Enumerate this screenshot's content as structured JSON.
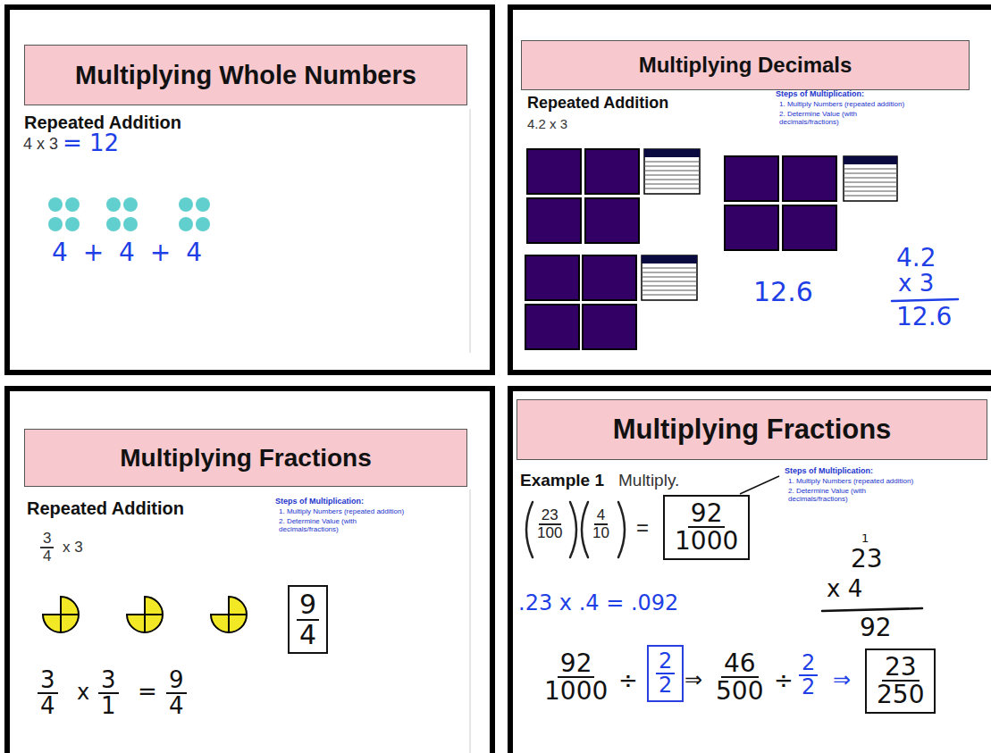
{
  "diagram": {
    "nodes": [
      {
        "text": [
          "Repeated Addition",
          "4 x 3",
          "= 12",
          "4 + 4 + 4"
        ]
      },
      {
        "text": [
          "Multiplying Whole Numbers"
        ],
        "in": 0
      },
      {
        "text": [
          "Repeated Addition",
          "4.2 x 3",
          "Steps of Multiplication:",
          "1. Multiply Numbers (repeated addition)",
          "2. Determine Value (with decimals/fractions)",
          "12.6",
          "4.2",
          "x 3",
          "12.6"
        ]
      },
      {
        "text": [
          "Multiplying Decimals"
        ],
        "in": 2
      },
      {
        "text": [
          "Repeated Addition",
          "3",
          "4",
          "x 3",
          "Steps of Multiplication:",
          "1. Multiply Numbers (repeated addition)",
          "2. Determine Value (with decimals/fractions)",
          "3",
          "4",
          "x",
          "3",
          "1",
          "=",
          "9",
          "4"
        ]
      },
      {
        "text": [
          "Multiplying Fractions"
        ],
        "in": 4
      },
      {
        "text": [
          "9",
          "4"
        ],
        "in": 4
      },
      {
        "text": [
          "Example 1",
          "Multiply.",
          "Steps of Multiplication:",
          "1. Multiply Numbers (repeated addition)",
          "2. Determine Value (with decimals/fractions)",
          "23",
          "100",
          "4",
          "10",
          "=",
          ".23 x .4 = .092",
          "1",
          "23",
          "x 4",
          "92",
          "92",
          "1000",
          "÷",
          "⇒",
          "46",
          "500",
          "÷",
          "2",
          "2",
          "⇒"
        ]
      },
      {
        "text": [
          "Multiplying Fractions"
        ],
        "in": 7
      },
      {
        "text": [
          "92",
          "1000"
        ],
        "in": 7
      },
      {
        "text": [
          "2",
          "2"
        ],
        "in": 7
      },
      {
        "text": [
          "23",
          "250"
        ],
        "in": 7
      }
    ]
  }
}
